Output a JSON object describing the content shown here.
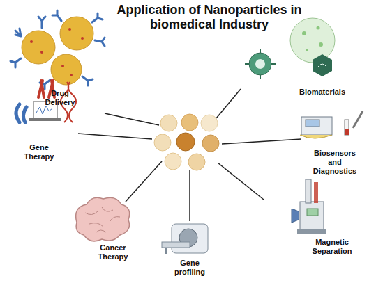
{
  "diagram": {
    "title": "Application of Nanoparticles in biomedical Industry",
    "labels": [
      "Drug Delivery",
      "Biomaterials",
      "Gene Therapy",
      "Biosensors and Diagnostics",
      "Cancer Therapy",
      "Gene profiling",
      "Magnetic Separation"
    ]
  }
}
